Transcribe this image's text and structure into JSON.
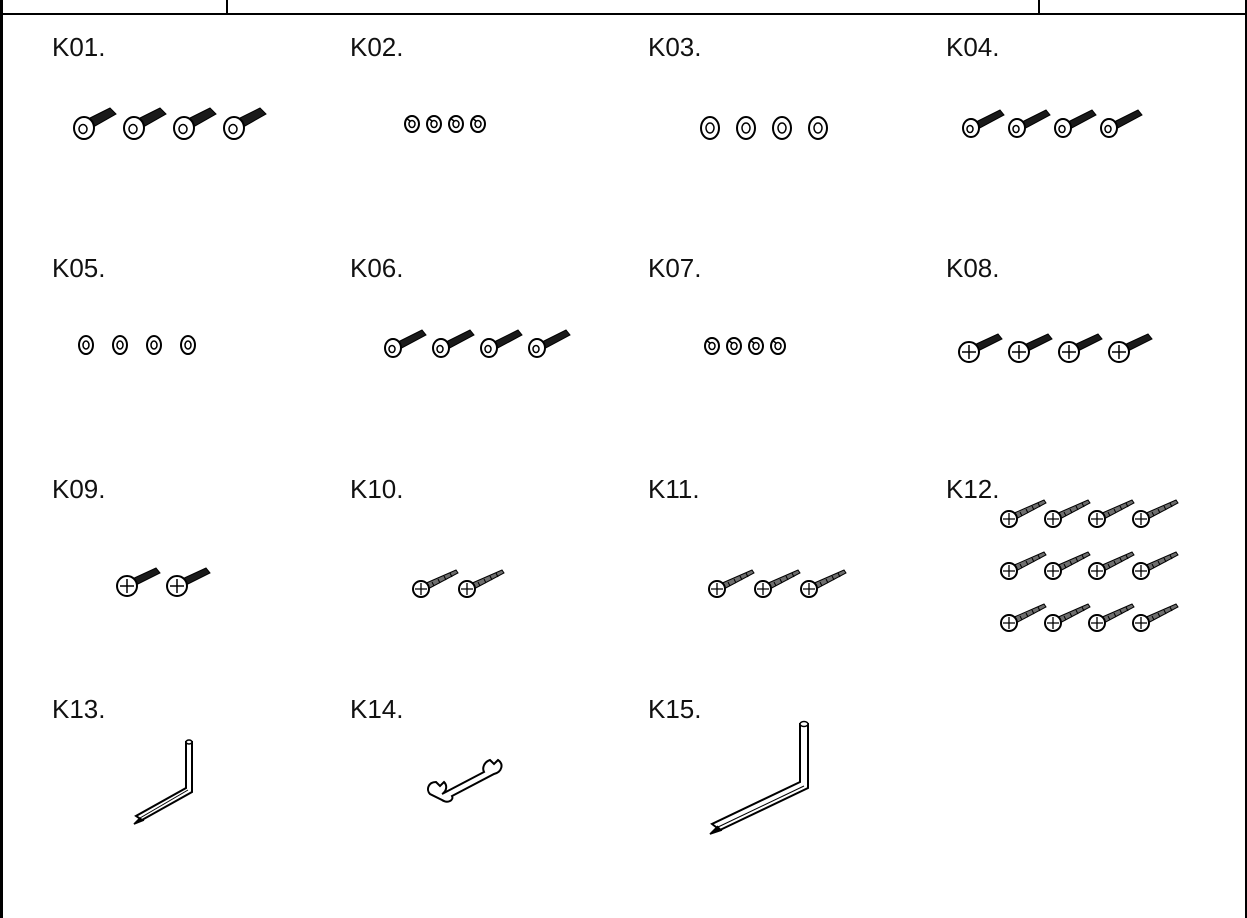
{
  "parts": [
    {
      "code": "K01.",
      "icon": "button-head-bolt-icon",
      "qty": 4
    },
    {
      "code": "K02.",
      "icon": "spring-lock-washer-icon",
      "qty": 4
    },
    {
      "code": "K03.",
      "icon": "flat-washer-icon",
      "qty": 4
    },
    {
      "code": "K04.",
      "icon": "hex-socket-bolt-icon",
      "qty": 4
    },
    {
      "code": "K05.",
      "icon": "flat-washer-icon",
      "qty": 4
    },
    {
      "code": "K06.",
      "icon": "hex-socket-bolt-icon",
      "qty": 4
    },
    {
      "code": "K07.",
      "icon": "spring-lock-washer-icon",
      "qty": 4
    },
    {
      "code": "K08.",
      "icon": "phillips-machine-screw-icon",
      "qty": 4
    },
    {
      "code": "K09.",
      "icon": "phillips-machine-screw-icon",
      "qty": 2
    },
    {
      "code": "K10.",
      "icon": "wood-screw-icon",
      "qty": 2
    },
    {
      "code": "K11.",
      "icon": "wood-screw-icon",
      "qty": 3
    },
    {
      "code": "K12.",
      "icon": "wood-screw-icon",
      "qty": 12
    },
    {
      "code": "K13.",
      "icon": "allen-key-icon",
      "qty": 1
    },
    {
      "code": "K14.",
      "icon": "wrench-icon",
      "qty": 1
    },
    {
      "code": "K15.",
      "icon": "allen-key-icon",
      "qty": 1
    }
  ]
}
